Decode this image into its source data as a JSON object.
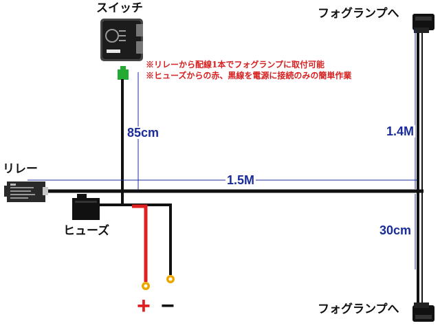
{
  "labels": {
    "switch": "スイッチ",
    "relay": "リレー",
    "fuse": "ヒューズ",
    "fog_lamp_top": "フォグランプへ",
    "fog_lamp_bottom": "フォグランプへ"
  },
  "notes": [
    "※リレーから配線1本でフォグランプに取付可能",
    "※ヒューズからの赤、黒線を電源に接続のみの簡単作業"
  ],
  "measurements": {
    "switch_wire": "85cm",
    "main_wire": "1.5M",
    "lamp_span": "1.4M",
    "lamp_branch": "30cm"
  },
  "terminals": {
    "positive": "+",
    "negative": "−"
  },
  "colors": {
    "wire": "#111111",
    "positive_wire": "#e02020",
    "measure_line": "#1a2b9a",
    "note_text": "#d62020",
    "switch_connector": "#22aa33",
    "ring_terminal": "#e8a800"
  },
  "icons": {
    "switch": "fog-lamp-switch-icon",
    "relay": "relay-icon",
    "fuse": "fuse-holder-icon",
    "connector": "fog-lamp-connector-icon",
    "terminal": "ring-terminal-icon"
  }
}
